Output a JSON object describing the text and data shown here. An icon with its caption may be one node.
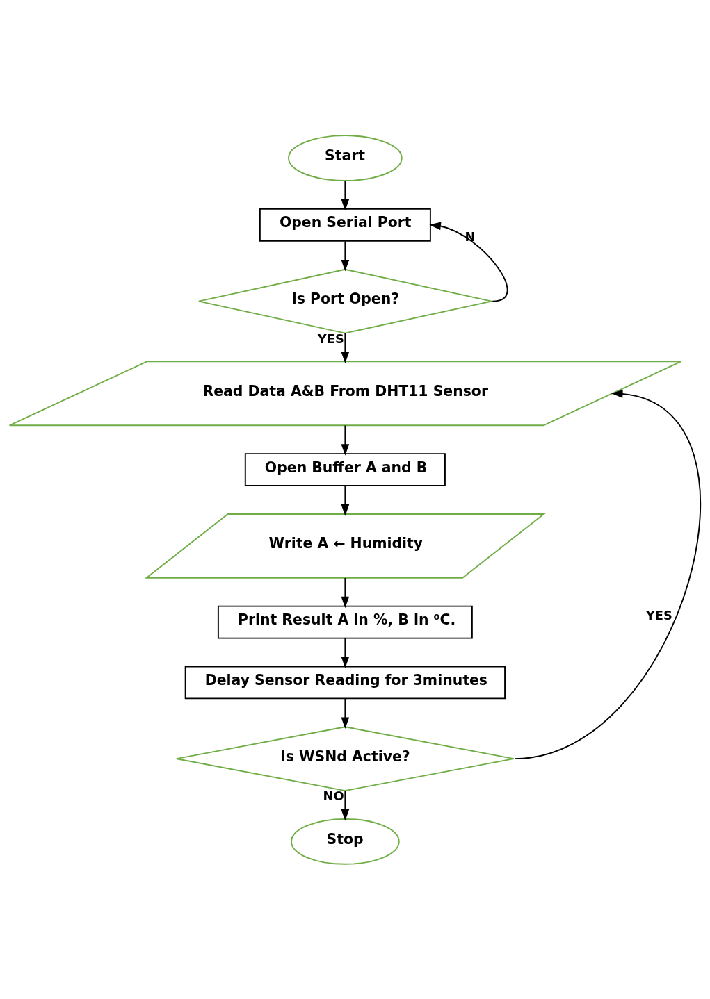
{
  "diagram": {
    "nodes": [
      {
        "text": [
          "Start"
        ]
      },
      {
        "text": [
          "Open Serial Port"
        ]
      },
      {
        "text": [
          "Is Port Open?"
        ]
      },
      {
        "text": [
          "Read Data A&B From DHT11 Sensor"
        ]
      },
      {
        "text": [
          "Open Buffer A and B"
        ]
      },
      {
        "text": [
          "Write A ← Humidity"
        ]
      },
      {
        "text": [
          "Print Result A in %, B in ⁰C."
        ]
      },
      {
        "text": [
          "Delay Sensor Reading for 3minutes"
        ]
      },
      {
        "text": [
          "Is WSNd Active?"
        ]
      },
      {
        "text": [
          "Stop"
        ]
      }
    ],
    "edges": [
      {
        "from": 0,
        "to": 1,
        "arrow": "to"
      },
      {
        "from": 1,
        "to": 2,
        "arrow": "to"
      },
      {
        "from": 2,
        "to": 1,
        "arrow": "to",
        "label": "N"
      },
      {
        "from": 2,
        "to": 3,
        "arrow": "to",
        "label": "YES"
      },
      {
        "from": 3,
        "to": 4,
        "arrow": "to"
      },
      {
        "from": 4,
        "to": 5,
        "arrow": "to"
      },
      {
        "from": 5,
        "to": 6,
        "arrow": "to"
      },
      {
        "from": 6,
        "to": 7,
        "arrow": "to"
      },
      {
        "from": 7,
        "to": 8,
        "arrow": "to"
      },
      {
        "from": 8,
        "to": 3,
        "arrow": "to",
        "label": "YES"
      },
      {
        "from": 8,
        "to": 9,
        "arrow": "to",
        "label": "NO"
      }
    ]
  }
}
